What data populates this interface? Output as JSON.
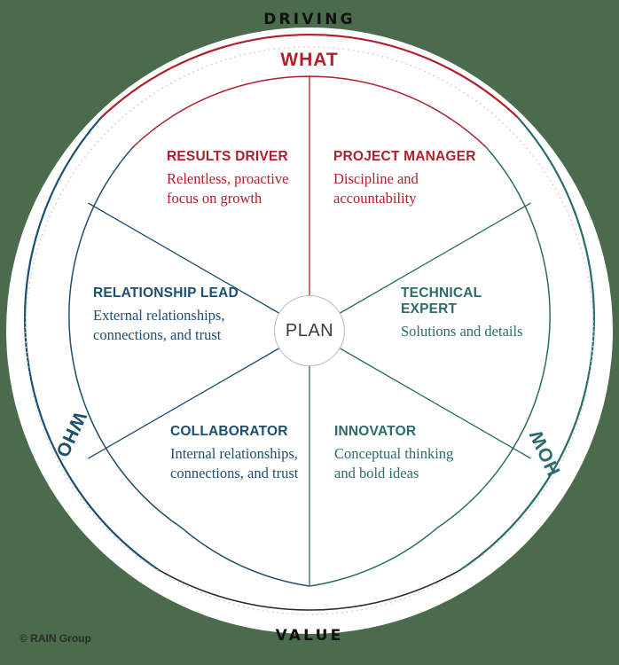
{
  "background_color": "#4a6b4c",
  "colors": {
    "red": "#b01f2b",
    "blue": "#1d4e6e",
    "teal": "#2c6b6b",
    "axis_text": "#111111",
    "center_text": "#3b3b3b",
    "disc": "#ffffff",
    "dotted_ring": "#cfcfcf",
    "center_ring": "#b9b9b9"
  },
  "center": {
    "label": "PLAN"
  },
  "axis_labels": {
    "top": "DRIVING",
    "bottom": "VALUE"
  },
  "ring_labels": {
    "top": "WHAT",
    "left": "WHO",
    "right": "HOW"
  },
  "segments": [
    {
      "id": "results-driver",
      "title": "RESULTS DRIVER",
      "description": "Relentless, proactive focus on growth",
      "color": "#b01f2b",
      "group": "WHAT"
    },
    {
      "id": "project-manager",
      "title": "PROJECT MANAGER",
      "description": "Discipline and accountability",
      "color": "#b01f2b",
      "group": "WHAT"
    },
    {
      "id": "relationship-lead",
      "title": "RELATIONSHIP LEAD",
      "description": "External relationships, connections, and trust",
      "color": "#1d4e6e",
      "group": "WHO"
    },
    {
      "id": "technical-expert",
      "title": "TECHNICAL EXPERT",
      "description": "Solutions and details",
      "color": "#2c6b6b",
      "group": "HOW"
    },
    {
      "id": "collaborator",
      "title": "COLLABORATOR",
      "description": "Internal relationships, connections, and trust",
      "color": "#1d4e6e",
      "group": "WHO"
    },
    {
      "id": "innovator",
      "title": "INNOVATOR",
      "description": "Conceptual thinking and bold ideas",
      "color": "#2c6b6b",
      "group": "HOW"
    }
  ],
  "footer": {
    "copyright": "© RAIN Group"
  }
}
